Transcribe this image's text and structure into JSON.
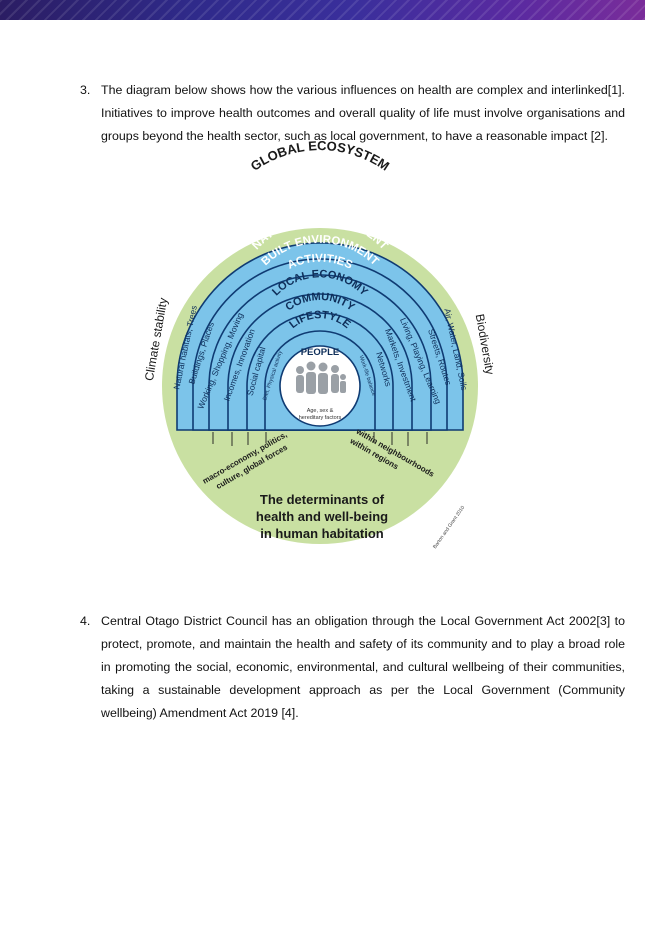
{
  "paragraphs": [
    {
      "number": "3.",
      "text": "The diagram below shows how the various influences on health are complex and interlinked[1]. Initiatives to improve health outcomes and overall quality of life must involve organisations and groups beyond the health sector, such as local government, to have a reasonable impact [2]."
    },
    {
      "number": "4.",
      "text": "Central Otago District Council has an obligation through the Local Government Act 2002[3] to protect, promote, and maintain the health and safety of its community and to play a broad role in promoting the social, economic, environmental, and cultural wellbeing of their communities, taking a sustainable development approach as per the Local Government (Community wellbeing) Amendment Act 2019 [4]."
    }
  ],
  "diagram": {
    "global_ecosystem": "GLOBAL ECOSYSTEM",
    "natural_environment": "NATURAL ENVIRONMENT",
    "built_environment": "BUILT ENVIRONMENT",
    "activities": "ACTIVITIES",
    "local_economy": "LOCAL ECONOMY",
    "community": "COMMUNITY",
    "lifestyle": "LIFESTYLE",
    "people": "PEOPLE",
    "people_caption_1": "Age, sex &",
    "people_caption_2": "hereditary factors",
    "climate_stability": "Climate stability",
    "biodiversity": "Biodiversity",
    "natural_habitats": "Natural habitats, Trees",
    "buildings": "Buildings, Places",
    "working": "Working, Shopping, Moving",
    "incomes": "Incomes, Innovation",
    "social_capital": "Social capital",
    "diet": "Diet, Physical activity",
    "work_life": "Work-life balance",
    "networks": "Networks",
    "markets": "Markets, Investment",
    "living": "Living, Playing, Learning",
    "streets": "Streets, Routes",
    "air_water": "Air, Water, Land, Soils",
    "macro_1": "macro-economy, politics,",
    "macro_2": "culture, global forces",
    "within_1": "within neighbourhoods",
    "within_2": "within regions",
    "title_1": "The determinants of",
    "title_2": "health and well-being",
    "title_3": "in human habitation",
    "credit": "Barton and Grant 2010"
  },
  "colors": {
    "header_band": "#2f2a8a",
    "outer_circle": "#c9e0a2",
    "blue_band": "#7cc4ea",
    "blue_stroke": "#0f3b73"
  }
}
